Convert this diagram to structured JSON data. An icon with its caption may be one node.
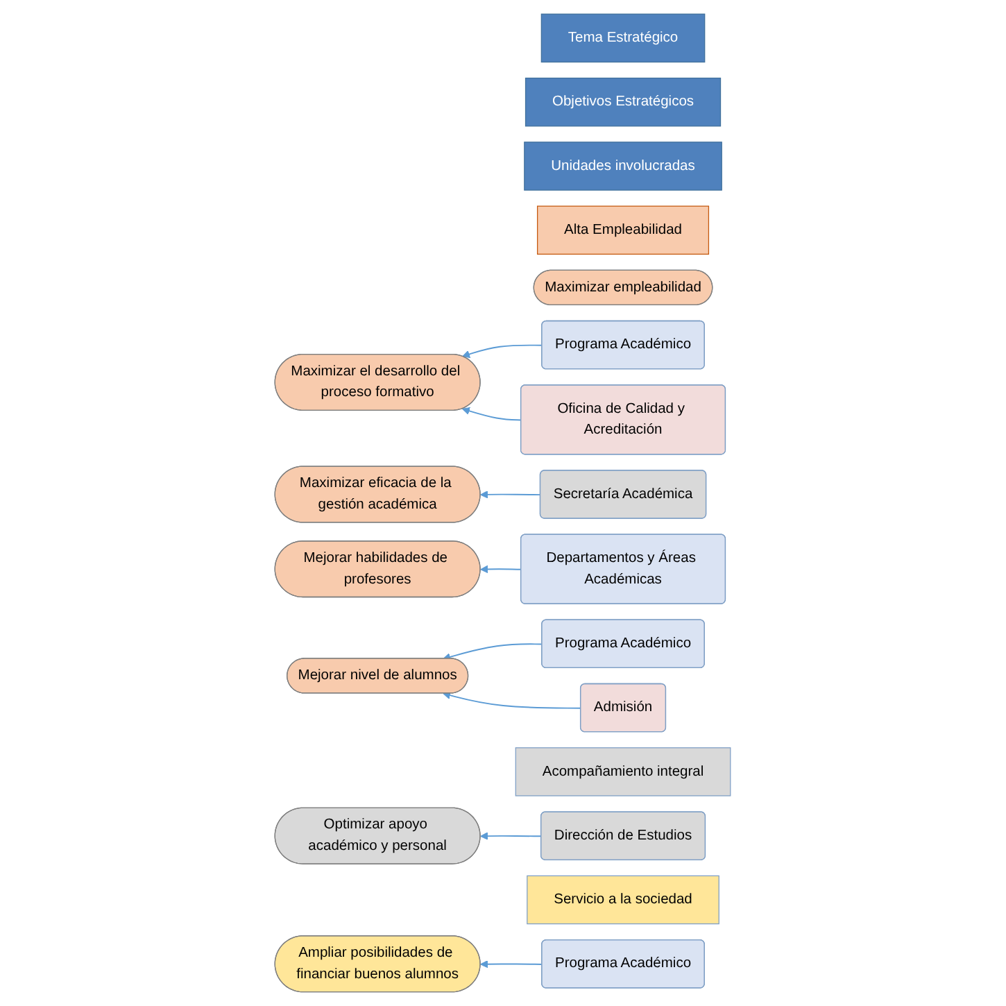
{
  "diagram": {
    "nodes": [
      {
        "text": [
          "Tema Estratégico"
        ]
      },
      {
        "text": [
          "Objetivos Estratégicos"
        ]
      },
      {
        "text": [
          "Unidades involucradas"
        ]
      },
      {
        "text": [
          "Alta Empleabilidad"
        ]
      },
      {
        "text": [
          "Maximizar empleabilidad"
        ]
      },
      {
        "text": [
          "Maximizar el desarrollo del proceso formativo"
        ]
      },
      {
        "text": [
          "Programa Académico"
        ]
      },
      {
        "text": [
          "Oficina de Calidad y Acreditación"
        ]
      },
      {
        "text": [
          "Maximizar eficacia de la gestión académica"
        ]
      },
      {
        "text": [
          "Secretaría Académica"
        ]
      },
      {
        "text": [
          "Mejorar habilidades de profesores"
        ]
      },
      {
        "text": [
          "Departamentos y Áreas Académicas"
        ]
      },
      {
        "text": [
          "Mejorar nivel de alumnos"
        ]
      },
      {
        "text": [
          "Programa Académico"
        ]
      },
      {
        "text": [
          "Admisión"
        ]
      },
      {
        "text": [
          "Acompañamiento integral"
        ]
      },
      {
        "text": [
          "Optimizar apoyo académico y personal"
        ]
      },
      {
        "text": [
          "Dirección de Estudios"
        ]
      },
      {
        "text": [
          "Servicio a la sociedad"
        ]
      },
      {
        "text": [
          "Ampliar posibilidades de financiar buenos alumnos"
        ]
      },
      {
        "text": [
          "Programa Académico"
        ]
      }
    ],
    "edges": [
      {
        "from": 6,
        "to": 5,
        "arrow": "to"
      },
      {
        "from": 7,
        "to": 5,
        "arrow": "to"
      },
      {
        "from": 9,
        "to": 8,
        "arrow": "to"
      },
      {
        "from": 11,
        "to": 10,
        "arrow": "to"
      },
      {
        "from": 13,
        "to": 12,
        "arrow": "to"
      },
      {
        "from": 14,
        "to": 12,
        "arrow": "to"
      },
      {
        "from": 17,
        "to": 16,
        "arrow": "to"
      },
      {
        "from": 20,
        "to": 19,
        "arrow": "to"
      }
    ]
  }
}
